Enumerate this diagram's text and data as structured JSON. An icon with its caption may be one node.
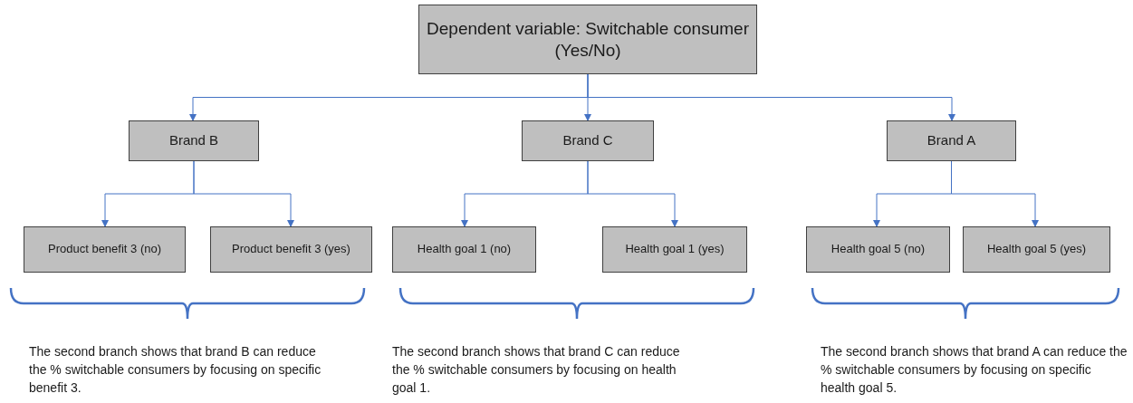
{
  "diagram": {
    "nodes": [
      {
        "text": [
          "Dependent variable: Switchable consumer  (Yes/No)"
        ]
      },
      {
        "text": [
          "Brand B"
        ]
      },
      {
        "text": [
          "Brand C"
        ]
      },
      {
        "text": [
          "Brand A"
        ]
      },
      {
        "text": [
          "Product benefit 3 (no)"
        ]
      },
      {
        "text": [
          "Product benefit 3 (yes)"
        ]
      },
      {
        "text": [
          "Health goal 1 (no)"
        ]
      },
      {
        "text": [
          "Health goal 1 (yes)"
        ]
      },
      {
        "text": [
          "Health goal 5 (no)"
        ]
      },
      {
        "text": [
          "Health goal 5 (yes)"
        ]
      }
    ],
    "edges": [
      {
        "from": 0,
        "to": 1,
        "arrow": "to"
      },
      {
        "from": 0,
        "to": 2,
        "arrow": "to"
      },
      {
        "from": 0,
        "to": 3,
        "arrow": "to"
      },
      {
        "from": 1,
        "to": 4,
        "arrow": "to"
      },
      {
        "from": 1,
        "to": 5,
        "arrow": "to"
      },
      {
        "from": 2,
        "to": 6,
        "arrow": "to"
      },
      {
        "from": 2,
        "to": 7,
        "arrow": "to"
      },
      {
        "from": 3,
        "to": 8,
        "arrow": "to"
      },
      {
        "from": 3,
        "to": 9,
        "arrow": "to"
      }
    ],
    "labels": [
      "The second branch shows that brand B can reduce the % switchable consumers by focusing on specific benefit 3.",
      "The second branch shows that brand C can reduce the % switchable consumers by focusing on health goal 1.",
      "The second branch shows that brand A can reduce the % switchable consumers by focusing on specific health goal 5."
    ]
  }
}
